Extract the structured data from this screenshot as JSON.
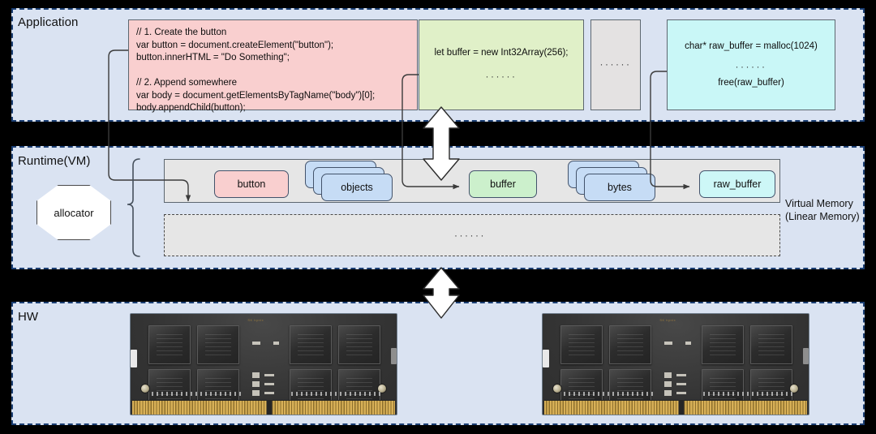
{
  "layers": {
    "application": {
      "label": "Application"
    },
    "runtime": {
      "label": "Runtime(VM)"
    },
    "hardware": {
      "label": "HW"
    }
  },
  "application_code_blocks": [
    {
      "id": "button-code",
      "color": "#f9cfcf",
      "text": "// 1. Create the button\nvar button = document.createElement(\"button\");\nbutton.innerHTML = \"Do Something\";\n\n// 2. Append somewhere\nvar body = document.getElementsByTagName(\"body\")[0];\nbody.appendChild(button);"
    },
    {
      "id": "buffer-code",
      "color": "#e0f0c8",
      "line1": "let buffer = new Int32Array(256);",
      "line2": "······"
    },
    {
      "id": "ellipsis-card",
      "color": "#e4e2e2",
      "text": "······"
    },
    {
      "id": "raw-buffer-code",
      "color": "#c9f7f7",
      "line1": "char* raw_buffer = malloc(1024)",
      "line2": "······",
      "line3": "free(raw_buffer)"
    }
  ],
  "runtime": {
    "allocator_label": "allocator",
    "virtual_memory_label": "Virtual Memory\n(Linear Memory)",
    "free_region_dots": "······",
    "objects": [
      {
        "name": "button",
        "color": "#f9cfcf"
      },
      {
        "name": "objects",
        "color": "#c6dcf5"
      },
      {
        "name": "buffer",
        "color": "#ccf0cc"
      },
      {
        "name": "bytes",
        "color": "#c6dcf5"
      },
      {
        "name": "raw_buffer",
        "color": "#cdf7f7"
      }
    ]
  },
  "hardware": {
    "modules": [
      {
        "name": "ram-module-left"
      },
      {
        "name": "ram-module-right"
      }
    ]
  },
  "connectors": {
    "app_to_runtime_arrow_top": "bidirectional-vertical-arrow",
    "runtime_to_hw_arrow": "bidirectional-vertical-arrow"
  },
  "colors": {
    "band_background": "#dae3f2",
    "band_border": "#1b3f74",
    "memory_region": "#e6e6e6",
    "page_background": "#000000"
  }
}
